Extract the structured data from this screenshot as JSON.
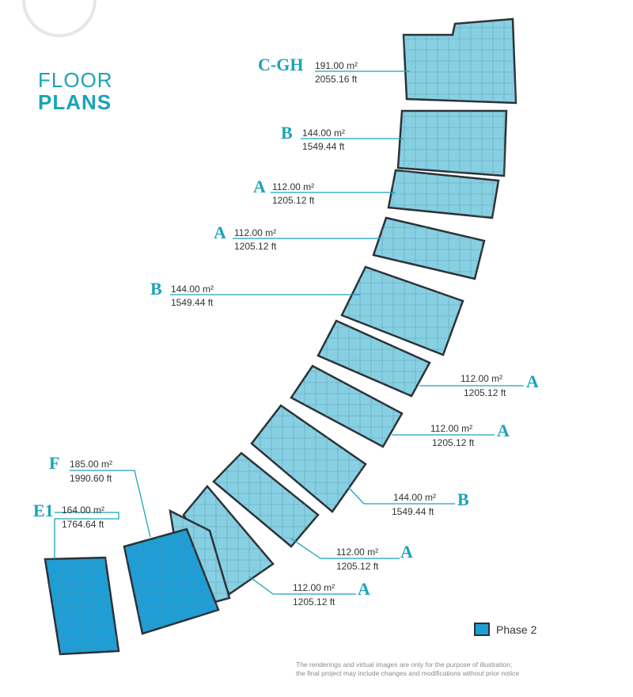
{
  "title": {
    "line1": "FLOOR",
    "line2": "PLANS"
  },
  "legend": {
    "label": "Phase 2",
    "color": "#1e9ed6"
  },
  "disclaimer": {
    "line1": "The renderings and virtual images are only for the purpose of illustration;",
    "line2": "the final project may include changes and modifications without prior notice"
  },
  "colors": {
    "accent": "#1aa3b8",
    "unit_fill": "#87d0e3",
    "phase2_fill": "#1e9ed6",
    "outline": "#2b3136"
  },
  "units": [
    {
      "code": "C-GH",
      "area_m2": "191.00 m²",
      "area_ft": "2055.16 ft"
    },
    {
      "code": "B",
      "area_m2": "144.00 m²",
      "area_ft": "1549.44 ft"
    },
    {
      "code": "A",
      "area_m2": "112.00 m²",
      "area_ft": "1205.12  ft"
    },
    {
      "code": "A",
      "area_m2": "112.00 m²",
      "area_ft": "1205.12 ft"
    },
    {
      "code": "B",
      "area_m2": "144.00 m²",
      "area_ft": "1549.44 ft"
    },
    {
      "code": "A",
      "area_m2": "112.00 m²",
      "area_ft": "1205.12  ft"
    },
    {
      "code": "A",
      "area_m2": "112.00 m²",
      "area_ft": "1205.12  ft"
    },
    {
      "code": "B",
      "area_m2": "144.00 m²",
      "area_ft": "1549.44 ft"
    },
    {
      "code": "A",
      "area_m2": "112.00 m²",
      "area_ft": "1205.12 ft"
    },
    {
      "code": "A",
      "area_m2": "112.00 m²",
      "area_ft": "1205.12  ft"
    },
    {
      "code": "F",
      "area_m2": "185.00 m²",
      "area_ft": "1990.60 ft"
    },
    {
      "code": "E1",
      "area_m2": "164.00 m²",
      "area_ft": "1764.64 ft"
    }
  ]
}
